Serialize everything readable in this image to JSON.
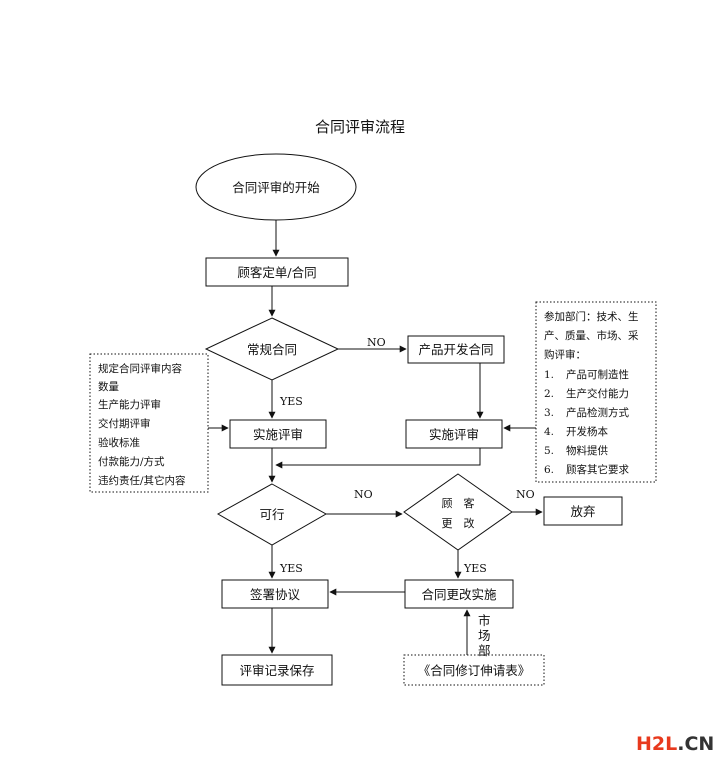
{
  "title": "合同评审流程",
  "nodes": {
    "start": "合同评审的开始",
    "customer_order": "顾客定单/合同",
    "regular_contract": "常规合同",
    "product_dev_contract": "产品开发合同",
    "implement_review_left": "实施评审",
    "implement_review_right": "实施评审",
    "feasible": "可行",
    "customer_change_line1": "顾　客",
    "customer_change_line2": "更　改",
    "abandon": "放弃",
    "sign_agreement": "签署协议",
    "contract_change_implement": "合同更改实施",
    "review_record": "评审记录保存",
    "amendment_form": "《合同修订伸请表》"
  },
  "flow_labels": {
    "no_1": "NO",
    "yes_1": "YES",
    "no_2": "NO",
    "no_3": "NO",
    "yes_2": "YES",
    "yes_3": "YES",
    "market_dept": [
      "市",
      "场",
      "部"
    ]
  },
  "left_note": [
    "规定合同评审内容",
    "数量",
    "生产能力评审",
    "交付期评审",
    "验收标准",
    "付款能力/方式",
    "违约责任/其它内容"
  ],
  "right_note": {
    "header_lines": [
      "参加部门：技术、生",
      "产、质量、市场、采",
      "购评审："
    ],
    "items": [
      {
        "num": "1.",
        "text": "产品可制造性"
      },
      {
        "num": "2.",
        "text": "生产交付能力"
      },
      {
        "num": "3.",
        "text": "产品检测方式"
      },
      {
        "num": "4.",
        "text": "开发杨本"
      },
      {
        "num": "5.",
        "text": "物料提供"
      },
      {
        "num": "6.",
        "text": "顾客其它要求"
      }
    ]
  },
  "watermark": {
    "part1": "H2L",
    "part2": ".CN"
  }
}
